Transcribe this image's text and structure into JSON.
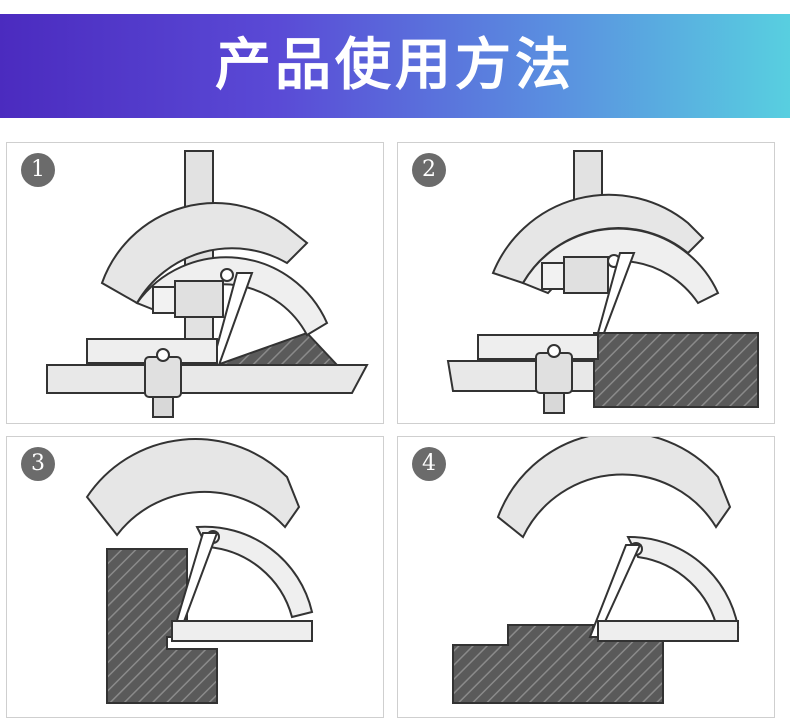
{
  "banner": {
    "title": "产品使用方法",
    "gradient": [
      "#4b2bbf",
      "#58cfe0"
    ]
  },
  "steps": [
    {
      "number": "1"
    },
    {
      "number": "2"
    },
    {
      "number": "3"
    },
    {
      "number": "4"
    }
  ],
  "colors": {
    "outline": "#333333",
    "tool_fill": "#dcdcdc",
    "workpiece_fill": "#555555",
    "hatch": "#888888"
  }
}
